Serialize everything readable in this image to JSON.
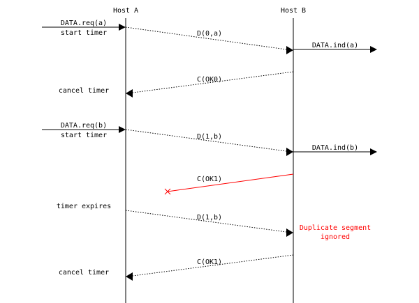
{
  "hosts": {
    "a": "Host A",
    "b": "Host B"
  },
  "colors": {
    "line": "#000000",
    "error": "#ff0000",
    "background": "#ffffff"
  },
  "events": {
    "req_a": "DATA.req(a)",
    "start_timer_1": "start timer",
    "d_0a": "D(0,a)",
    "ind_a": "DATA.ind(a)",
    "c_ok0": "C(OK0)",
    "cancel_timer_1": "cancel timer",
    "req_b": "DATA.req(b)",
    "start_timer_2": "start timer",
    "d_1b": "D(1,b)",
    "ind_b": "DATA.ind(b)",
    "c_ok1_lost": "C(OK1)",
    "timer_expires": "timer expires",
    "d_1b_retx": "D(1,b)",
    "duplicate_line1": "Duplicate segment",
    "duplicate_line2": "ignored",
    "c_ok1": "C(OK1)",
    "cancel_timer_2": "cancel timer"
  },
  "icons": {
    "lost": "cross-icon"
  }
}
